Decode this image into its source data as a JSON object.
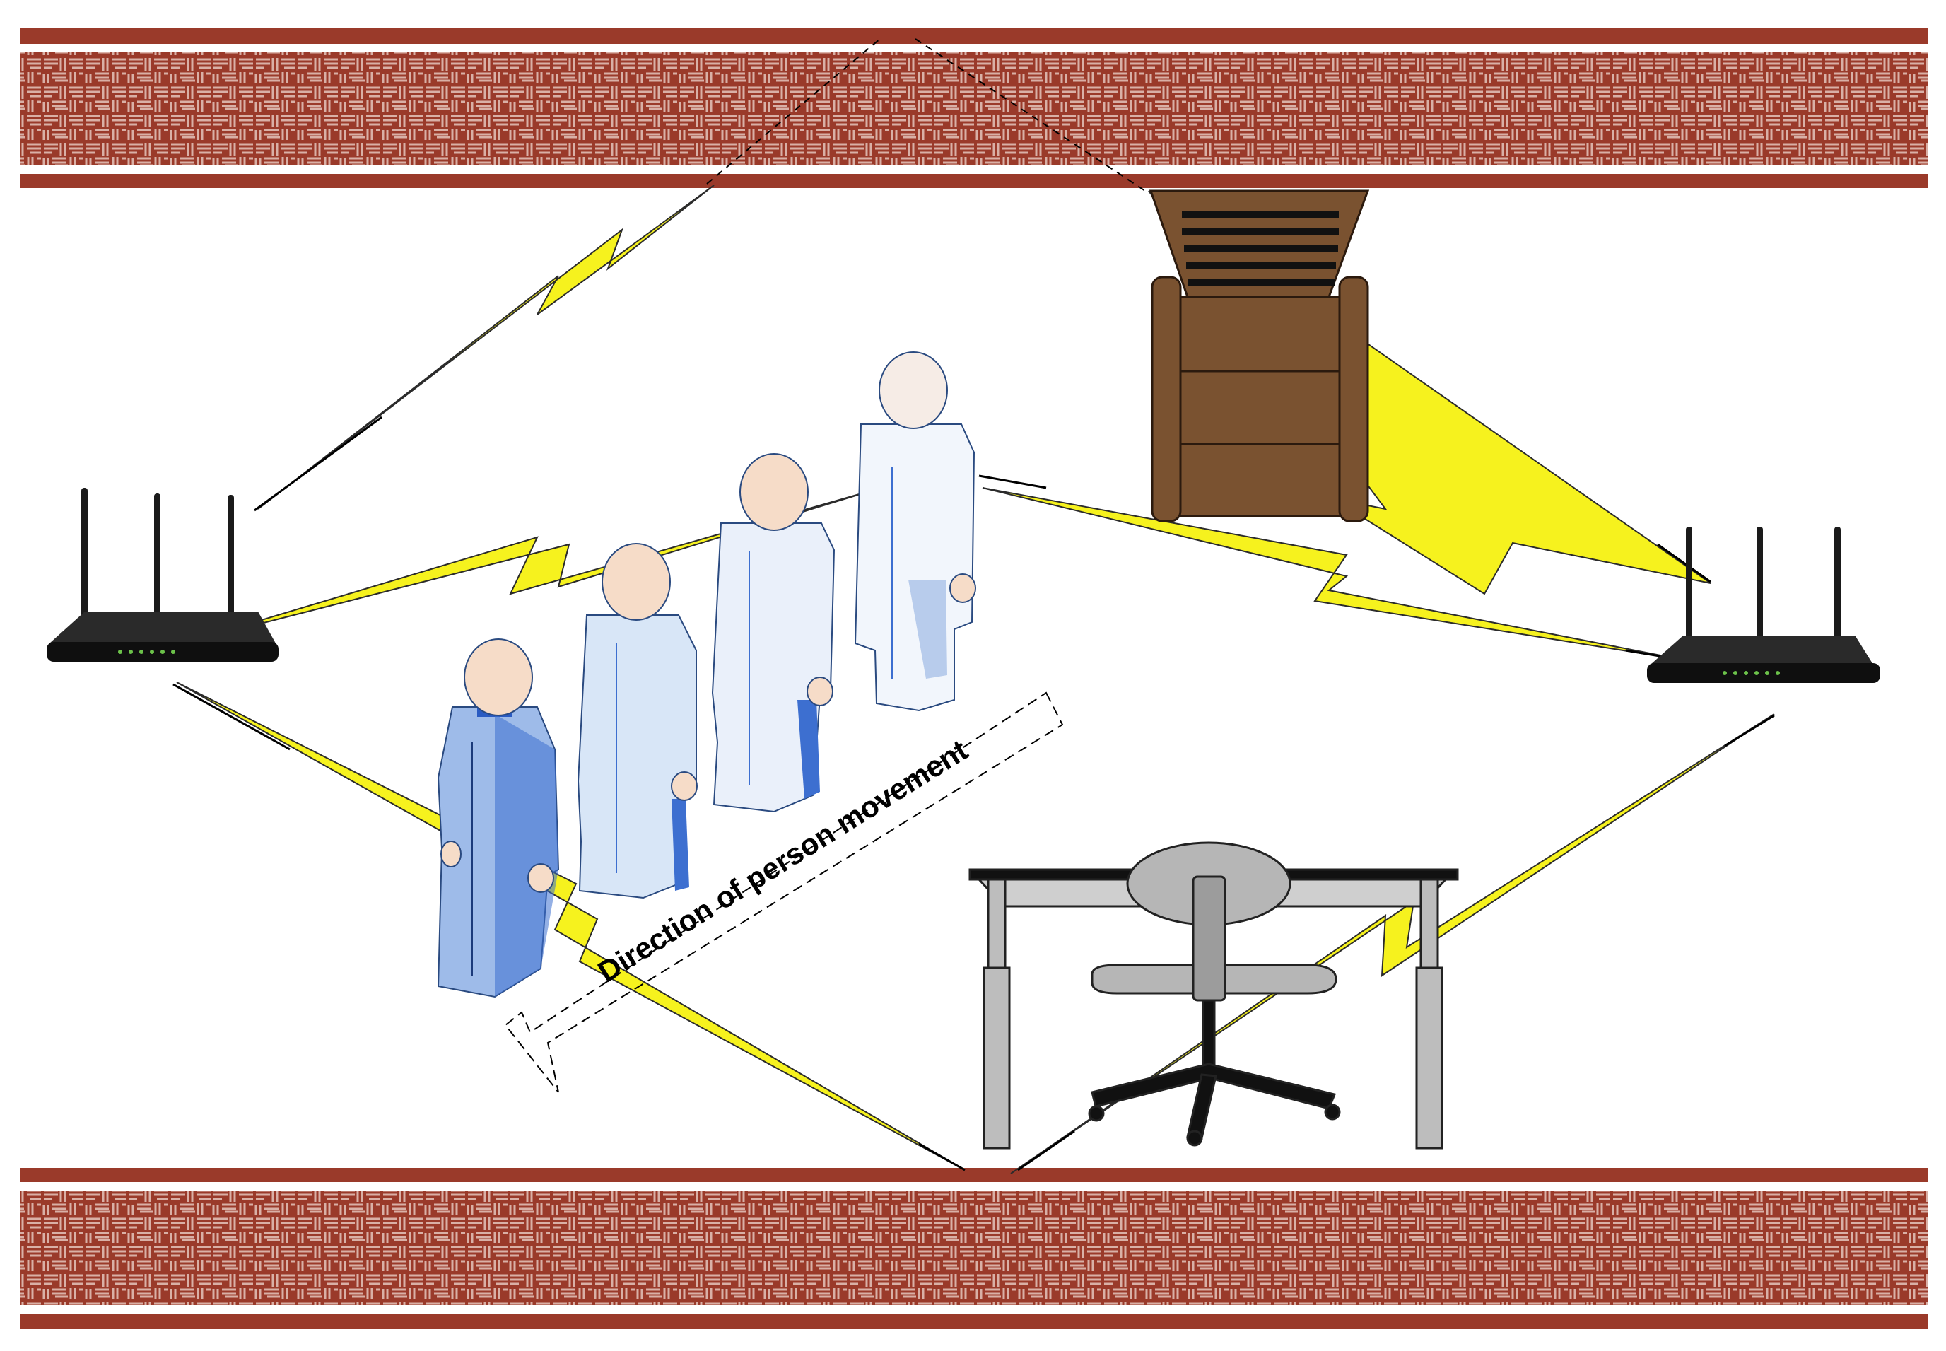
{
  "scene": {
    "annotation_label": "Direction of person movement",
    "colors": {
      "wall_mortar": "#9a3a2a",
      "wall_brick_light": "#d9b0a6",
      "signal_yellow": "#f6f21e",
      "router_body": "#1a1a1a",
      "person_blue_dark": "#3d6fd0",
      "person_blue_light": "#cfe0f5",
      "head_skin": "#f6dcc8",
      "armchair_wood": "#7a5230",
      "desk_gray": "#bdbdbd",
      "chair_black": "#111111"
    },
    "objects": {
      "walls": [
        "top-wall",
        "bottom-wall"
      ],
      "routers": [
        "router-left",
        "router-right"
      ],
      "persons": 4,
      "furniture": [
        "armchair",
        "desk",
        "office-chair"
      ]
    }
  }
}
